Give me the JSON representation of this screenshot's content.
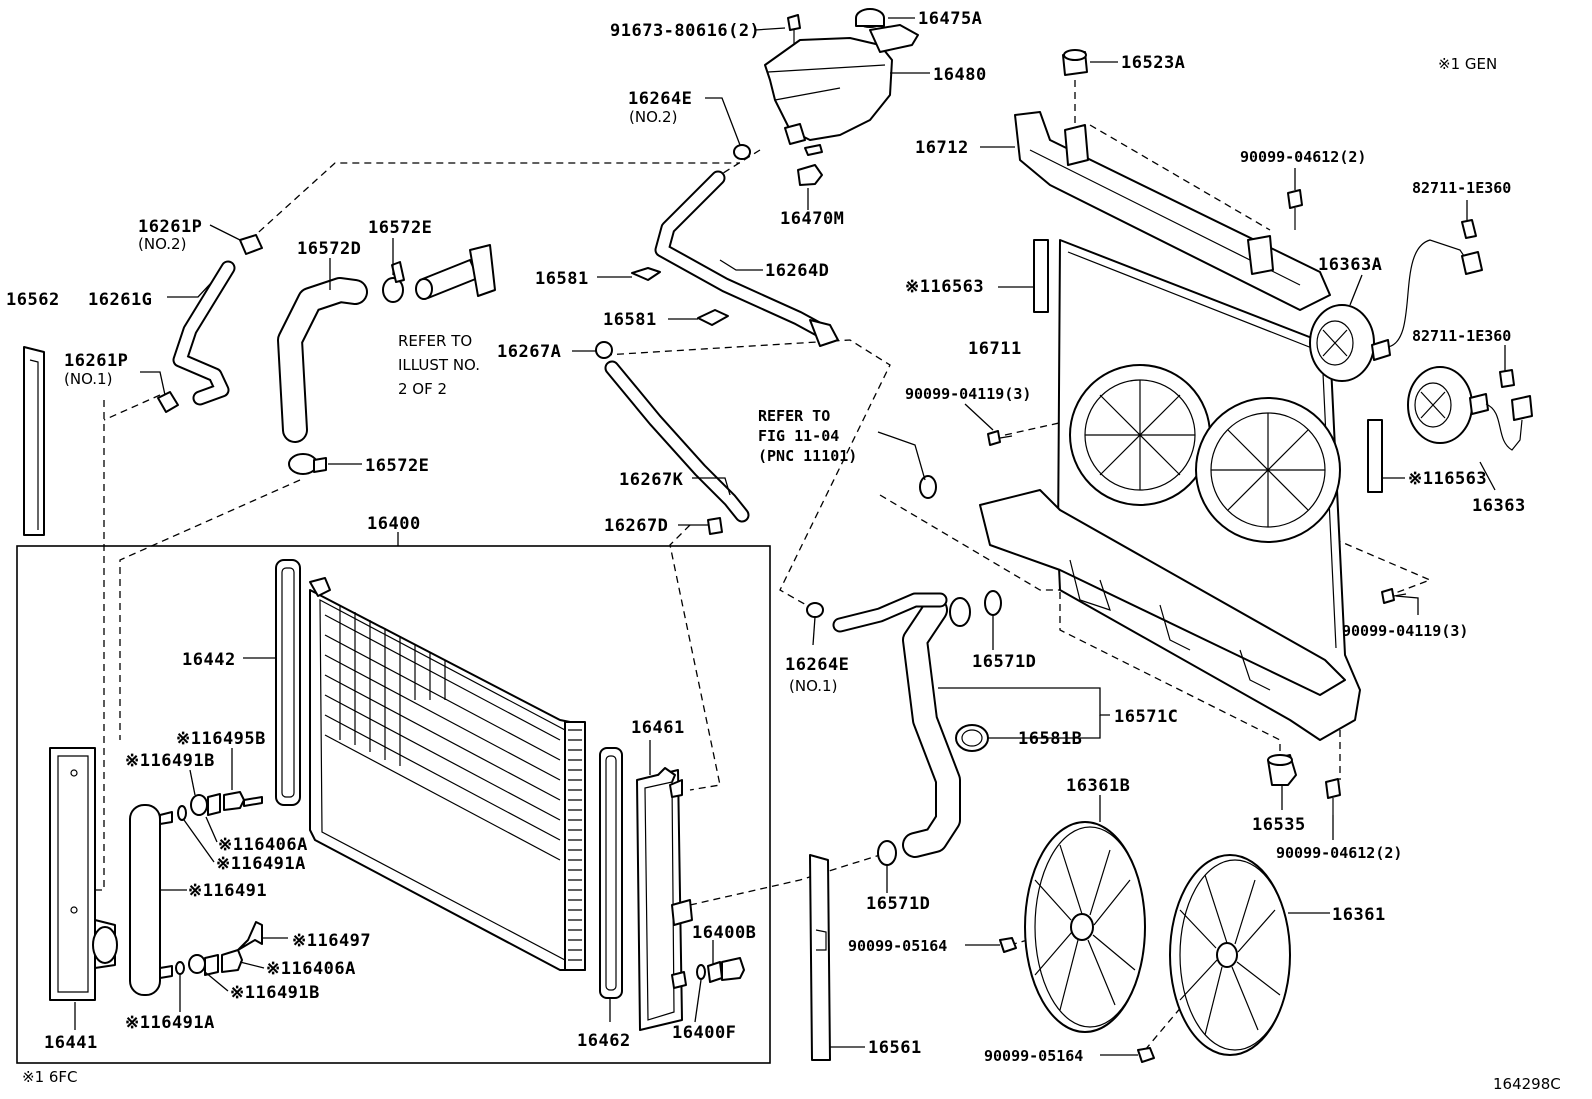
{
  "note_gen": "※1 GEN",
  "note_6fc": "※1 6FC",
  "figure_id": "164298C",
  "refer_illust": [
    "REFER TO",
    "ILLUST NO.",
    "2 OF 2"
  ],
  "refer_fig": [
    "REFER TO",
    "FIG 11-04",
    "(PNC 11101)"
  ],
  "labels": {
    "p91673": "91673-80616(2)",
    "p16475A": "16475A",
    "p16480": "16480",
    "p16264E_no2": "16264E",
    "p16264E_no2_sub": "(NO.2)",
    "p16470M": "16470M",
    "p16261P_no2": "16261P",
    "p16261P_no2_sub": "(NO.2)",
    "p16572E_top": "16572E",
    "p16572D": "16572D",
    "p16562": "16562",
    "p16261G": "16261G",
    "p16261P_no1": "16261P",
    "p16261P_no1_sub": "(NO.1)",
    "p16581_a": "16581",
    "p16264D": "16264D",
    "p16581_b": "16581",
    "p16267A": "16267A",
    "p16572E_mid": "16572E",
    "p16267K": "16267K",
    "p16267D": "16267D",
    "p16400": "16400",
    "p16523A": "16523A",
    "p16712": "16712",
    "p90099_04612_top": "90099-04612(2)",
    "p82711_a": "82711-1E360",
    "p16563_top": "※116563",
    "p16363A": "16363A",
    "p16711": "16711",
    "p82711_b": "82711-1E360",
    "p90099_04119_top": "90099-04119(3)",
    "p16563_right": "※116563",
    "p16363": "16363",
    "p90099_04119_right": "90099-04119(3)",
    "p16264E_no1": "16264E",
    "p16264E_no1_sub": "(NO.1)",
    "p16571D_top": "16571D",
    "p16571C": "16571C",
    "p16581B": "16581B",
    "p16535": "16535",
    "p90099_04612_bottom": "90099-04612(2)",
    "p16361B": "16361B",
    "p16361": "16361",
    "p16571D_bottom": "16571D",
    "p90099_05164_a": "90099-05164",
    "p90099_05164_b": "90099-05164",
    "p16561": "16561",
    "p16442": "16442",
    "p16495B": "※116495B",
    "p16491B_top": "※116491B",
    "p16406A_top": "※116406A",
    "p16491A_top": "※116491A",
    "p16491": "※116491",
    "p16497": "※116497",
    "p16406A_bottom": "※116406A",
    "p16491B_bottom": "※116491B",
    "p16491A_bottom": "※116491A",
    "p16441": "16441",
    "p16461": "16461",
    "p16462": "16462",
    "p16400B": "16400B",
    "p16400F": "16400F"
  }
}
